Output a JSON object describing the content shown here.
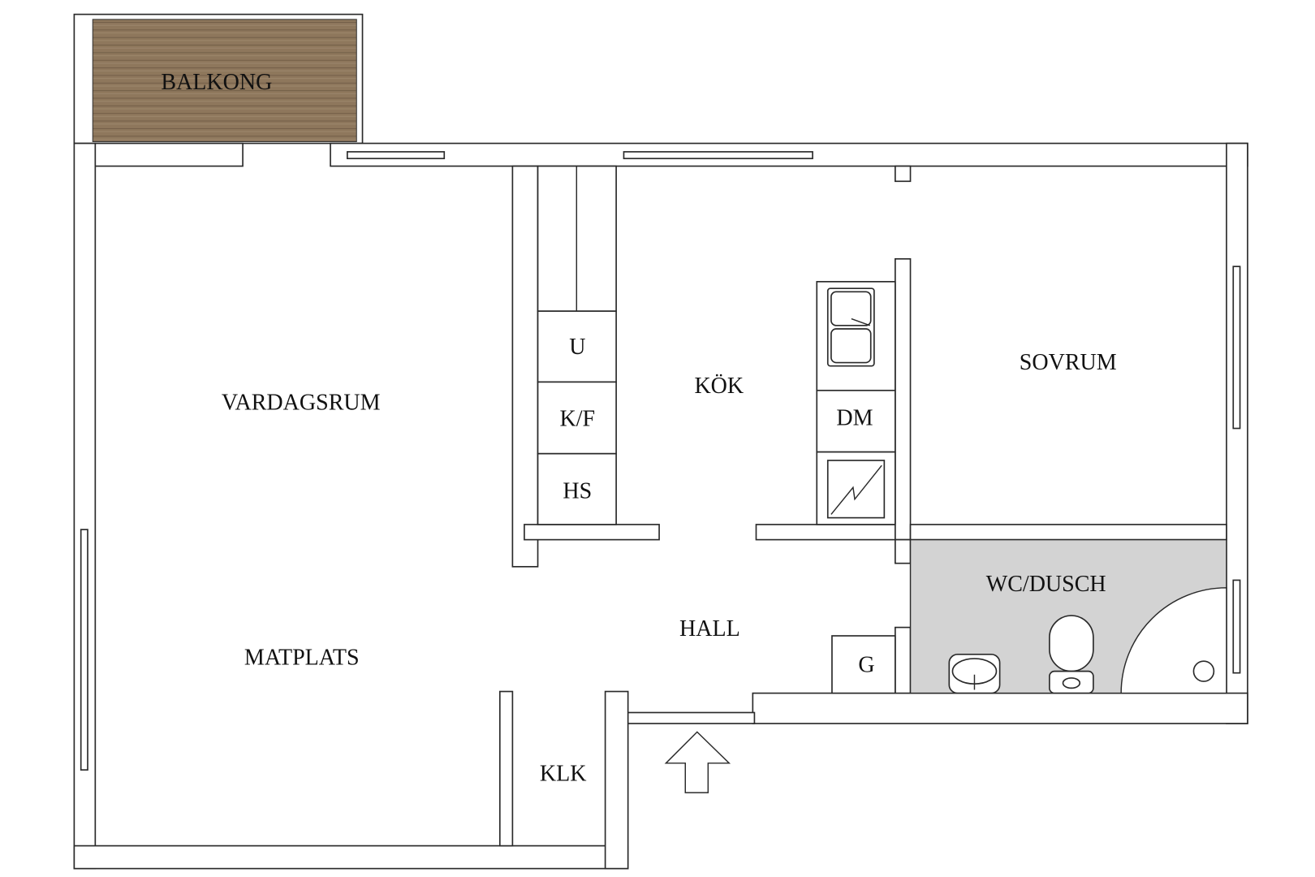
{
  "title": "Floor plan",
  "rooms": {
    "balkong": "BALKONG",
    "vardagsrum": "VARDAGSRUM",
    "matplats": "MATPLATS",
    "kok": "KÖK",
    "sovrum": "SOVRUM",
    "wc": "WC/DUSCH",
    "hall": "HALL",
    "klk": "KLK"
  },
  "fixtures": {
    "u": "U",
    "kf": "K/F",
    "hs": "HS",
    "dm": "DM",
    "g": "G"
  },
  "colors": {
    "balcony": "#8b7359",
    "wc_floor": "#d3d3d3",
    "wall_line": "#2a2a2a"
  }
}
